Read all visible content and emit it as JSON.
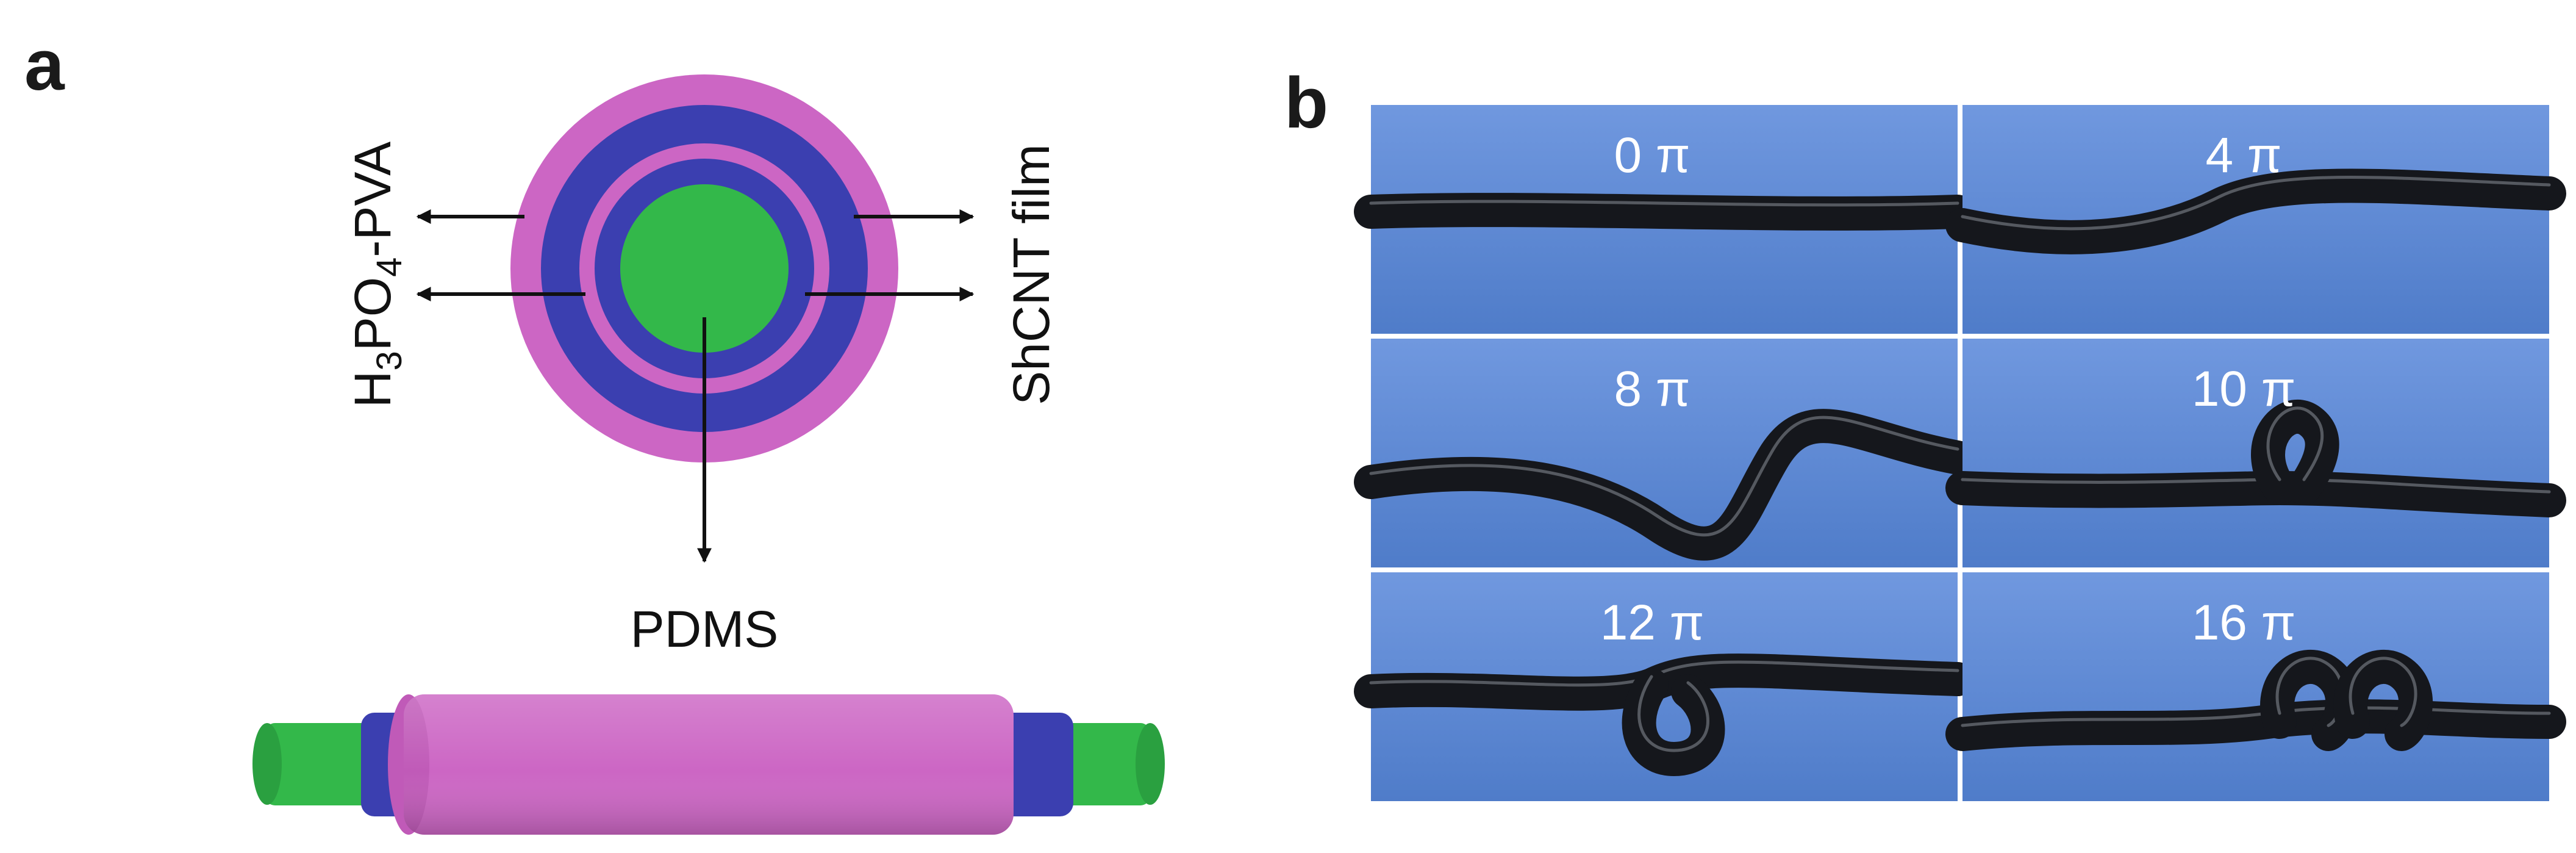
{
  "panel_a": {
    "letter": "a",
    "label_left": "H3PO4-PVA",
    "label_left_parts": [
      "H",
      "3",
      "PO",
      "4",
      "-PVA"
    ],
    "label_right": "ShCNT film",
    "label_bottom": "PDMS"
  },
  "panel_b": {
    "letter": "b",
    "frames": [
      {
        "label": "0 π",
        "twist": 0
      },
      {
        "label": "4 π",
        "twist": 4
      },
      {
        "label": "8 π",
        "twist": 8
      },
      {
        "label": "10 π",
        "twist": 10
      },
      {
        "label": "12 π",
        "twist": 12
      },
      {
        "label": "16 π",
        "twist": 16
      }
    ]
  },
  "colors": {
    "pink": "#cc66c4",
    "blue": "#3b3fb0",
    "green": "#33b84a",
    "photo_bg": "#5a86cf",
    "fiber": "#15171c"
  }
}
